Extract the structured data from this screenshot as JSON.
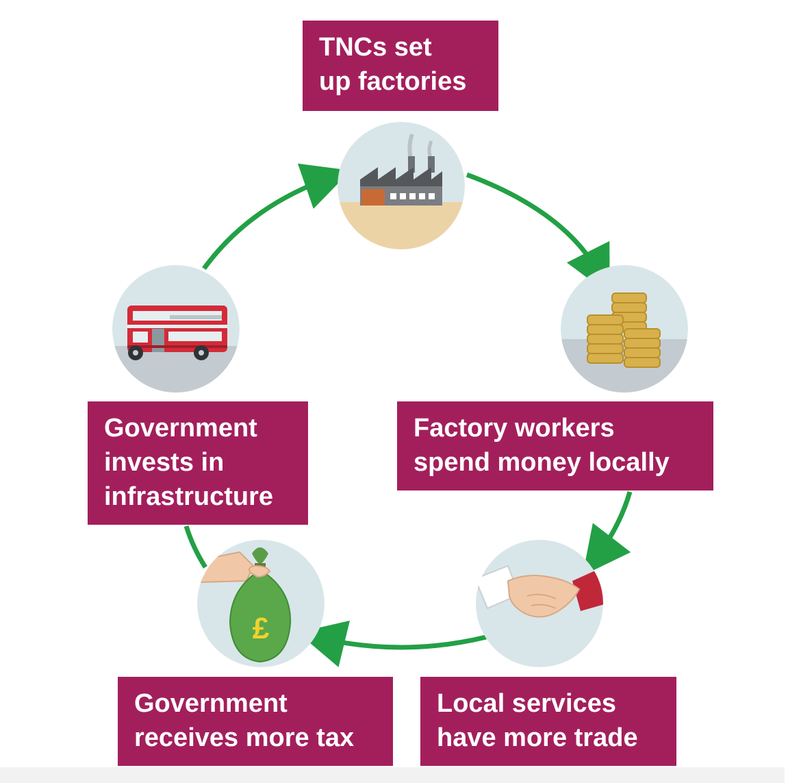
{
  "cycle": {
    "steps": [
      {
        "id": "tncs",
        "lines": [
          "TNCs set",
          "up factories"
        ],
        "icon": "factory-icon"
      },
      {
        "id": "workers",
        "lines": [
          "Factory workers",
          "spend money locally"
        ],
        "icon": "coins-icon"
      },
      {
        "id": "services",
        "lines": [
          "Local services",
          "have more trade"
        ],
        "icon": "handshake-icon"
      },
      {
        "id": "tax",
        "lines": [
          "Government",
          "receives more tax"
        ],
        "icon": "money-bag-icon"
      },
      {
        "id": "gov-invest",
        "lines": [
          "Government",
          "invests in",
          "infrastructure"
        ],
        "icon": "bus-icon"
      }
    ],
    "money_bag_symbol": "£"
  },
  "colors": {
    "label_bg": "#a31f5c",
    "label_text": "#ffffff",
    "arrow": "#23a045",
    "icon_circle": "#d8e6e9"
  }
}
